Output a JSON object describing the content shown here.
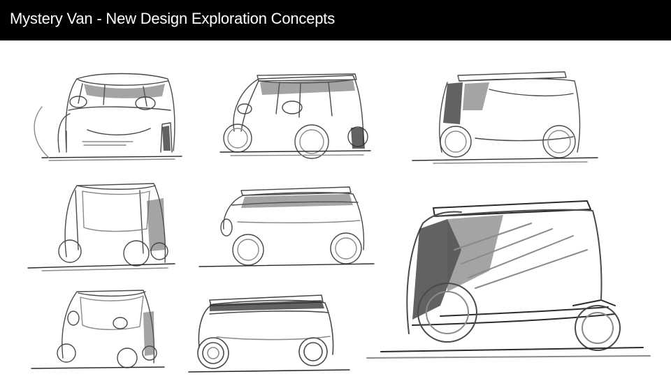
{
  "header": {
    "title": "Mystery Van - New Design Exploration Concepts",
    "background_color": "#000000",
    "text_color": "#ffffff"
  },
  "sketches": [
    {
      "view": "front-three-quarter",
      "size": "small"
    },
    {
      "view": "front-three-quarter",
      "size": "small"
    },
    {
      "view": "side",
      "size": "small"
    },
    {
      "view": "front-three-quarter",
      "size": "small"
    },
    {
      "view": "side",
      "size": "small"
    },
    {
      "view": "front-three-quarter",
      "size": "small"
    },
    {
      "view": "side",
      "size": "small"
    },
    {
      "view": "side",
      "size": "large"
    }
  ]
}
